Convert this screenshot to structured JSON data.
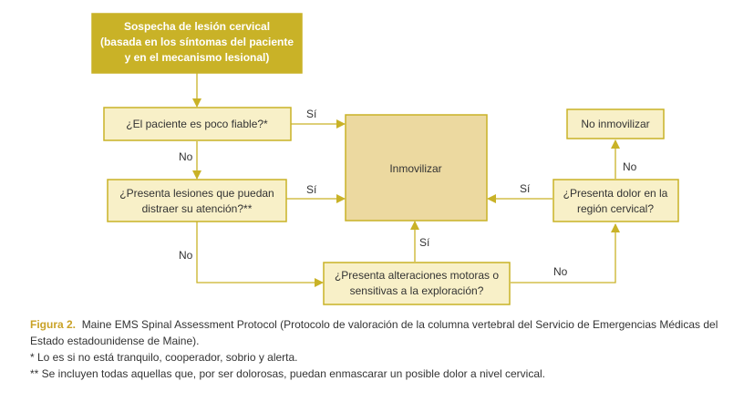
{
  "colors": {
    "start_fill": "#c9b227",
    "start_text": "#ffffff",
    "box_fill": "#f8f0c8",
    "box_stroke": "#c9b227",
    "center_fill": "#ecd9a0",
    "center_stroke": "#c9b227",
    "arrow": "#c9b227",
    "caption_accent": "#c9a227"
  },
  "nodes": {
    "start": {
      "lines": [
        "Sospecha de lesión cervical",
        "(basada en los síntomas del paciente",
        "y en el mecanismo lesional)"
      ]
    },
    "q1": {
      "lines": [
        "¿El paciente es poco fiable?*"
      ]
    },
    "q2": {
      "lines": [
        "¿Presenta lesiones que puedan",
        "distraer su atención?**"
      ]
    },
    "q3": {
      "lines": [
        "¿Presenta alteraciones motoras o",
        "sensitivas a la exploración?"
      ]
    },
    "q4": {
      "lines": [
        "¿Presenta dolor en la",
        "región cervical?"
      ]
    },
    "immobilize": {
      "lines": [
        "Inmovilizar"
      ]
    },
    "no_immobilize": {
      "lines": [
        "No inmovilizar"
      ]
    }
  },
  "edges": {
    "q1_yes": "Sí",
    "q1_no": "No",
    "q2_yes": "Sí",
    "q2_no": "No",
    "q3_yes": "Sí",
    "q3_no": "No",
    "q4_yes": "Sí",
    "q4_no": "No"
  },
  "caption": {
    "figure_label": "Figura 2.",
    "text": "Maine EMS Spinal Assessment Protocol (Protocolo de valoración de la columna vertebral del Servicio de Emergencias Médicas del Estado estadounidense de Maine).",
    "note1": "* Lo es si no está tranquilo, cooperador, sobrio y alerta.",
    "note2": "** Se incluyen todas aquellas que, por ser dolorosas, puedan enmascarar un posible dolor a nivel cervical."
  }
}
